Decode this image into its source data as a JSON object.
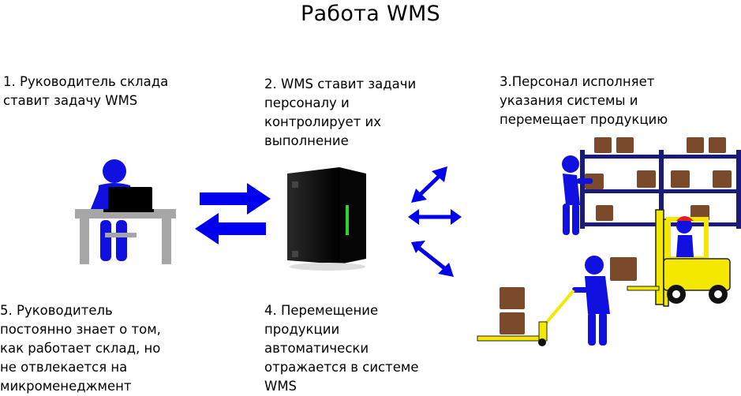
{
  "title": "Работа WMS",
  "steps": [
    {
      "text": "1. Руководитель склада\nставит задачу WMS"
    },
    {
      "text": "2. WMS ставит задачи\nперсоналу и\nконтролирует их\nвыполнение"
    },
    {
      "text": "3.Персонал исполняет\nуказания системы и\nперемещает продукцию"
    },
    {
      "text": "4. Перемещение\nпродукции\nавтоматически\nотражается в системе\nWMS"
    },
    {
      "text": "5. Руководитель\nпостоянно знает о том,\nкак работает склад, но\nне отвлекается на\nмикроменеджмент"
    }
  ],
  "colors": {
    "person": "#1010e0",
    "arrow": "#0000ee",
    "desk": "#a6a6a6",
    "box": "#7a4a2a",
    "forklift": "#f4e800",
    "server": "#111111",
    "server_led": "#2bd62b",
    "shelf": "#1a1a7a"
  },
  "icons": [
    "manager-at-laptop-icon",
    "server-icon",
    "warehouse-workers-icon"
  ]
}
